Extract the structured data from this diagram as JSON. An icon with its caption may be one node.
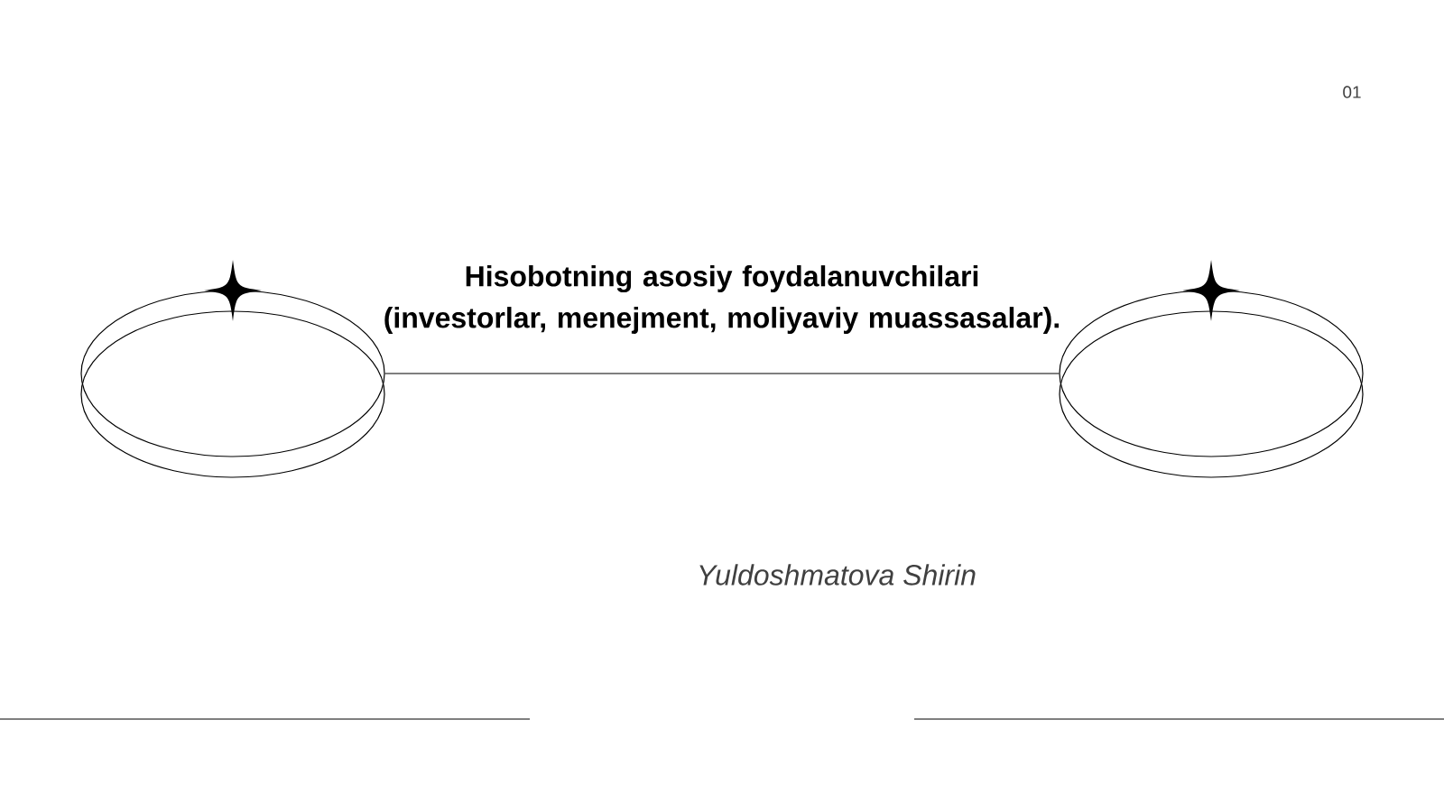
{
  "diagram": {
    "title": "Hisobotning asosiy foydalanuvchilari (investorlar, menejment, moliyaviy muassasalar).",
    "nodes": [
      {
        "text": [],
        "shape": "circle"
      },
      {
        "text": [],
        "shape": "circle"
      }
    ],
    "edges": [
      {
        "from": 0,
        "to": 1,
        "arrow": "none"
      }
    ],
    "labels": [
      "01",
      "Yuldoshmatova Shirin"
    ]
  }
}
